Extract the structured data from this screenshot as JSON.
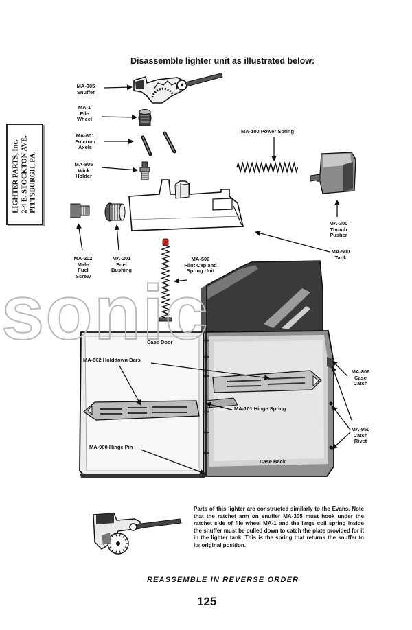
{
  "header": {
    "title": "Disassemble lighter unit as illustrated below:"
  },
  "stamp": {
    "line1": "LIGHTER PARTS, Inc.",
    "line2": "2-4 E. STOCKTON AVE.",
    "line3": "PITTSBURGH, PA."
  },
  "watermark": {
    "text": "sonic"
  },
  "parts": {
    "ma305": {
      "code": "MA-305",
      "name": "Snuffer"
    },
    "ma1": {
      "code": "MA-1",
      "name1": "File",
      "name2": "Wheel"
    },
    "ma601": {
      "code": "MA-601",
      "name1": "Fulcrum",
      "name2": "Axels"
    },
    "ma805": {
      "code": "MA-805",
      "name1": "Wick",
      "name2": "Holder"
    },
    "ma100": {
      "label": "MA-100 Power Spring"
    },
    "ma300": {
      "code": "MA-300",
      "name1": "Thumb",
      "name2": "Pusher"
    },
    "ma500tank": {
      "code": "MA-500",
      "name": "Tank"
    },
    "ma202": {
      "code": "MA-202",
      "name1": "Male",
      "name2": "Fuel",
      "name3": "Screw"
    },
    "ma201": {
      "code": "MA-201",
      "name1": "Fuel",
      "name2": "Bushing"
    },
    "ma500flint": {
      "code": "MA-500",
      "name1": "Flint Cap and",
      "name2": "Spring Unit"
    },
    "case_door": {
      "label": "Case Door"
    },
    "ma802": {
      "label": "MA-802 Holddown Bars"
    },
    "ma806": {
      "code": "MA-806",
      "name1": "Case",
      "name2": "Catch"
    },
    "ma101": {
      "label": "MA-101 Hinge Spring"
    },
    "ma950": {
      "code": "MA-950",
      "name1": "Catch",
      "name2": "Rivet"
    },
    "ma900": {
      "label": "MA-900 Hinge Pin"
    },
    "case_back": {
      "label": "Case Back"
    }
  },
  "note": {
    "text": "Parts of this lighter are constructed similarly to the Evans. Note that the ratchet arm on snuffer MA-305 must hook under the ratchet side of file wheel MA-1 and the large coil spring inside the snuffer must be pulled down to catch the plate provided for it in the lighter tank. This is the spring that returns the snuffer to its original position."
  },
  "footer": {
    "instruction": "REASSEMBLE IN REVERSE ORDER",
    "page_number": "125"
  }
}
